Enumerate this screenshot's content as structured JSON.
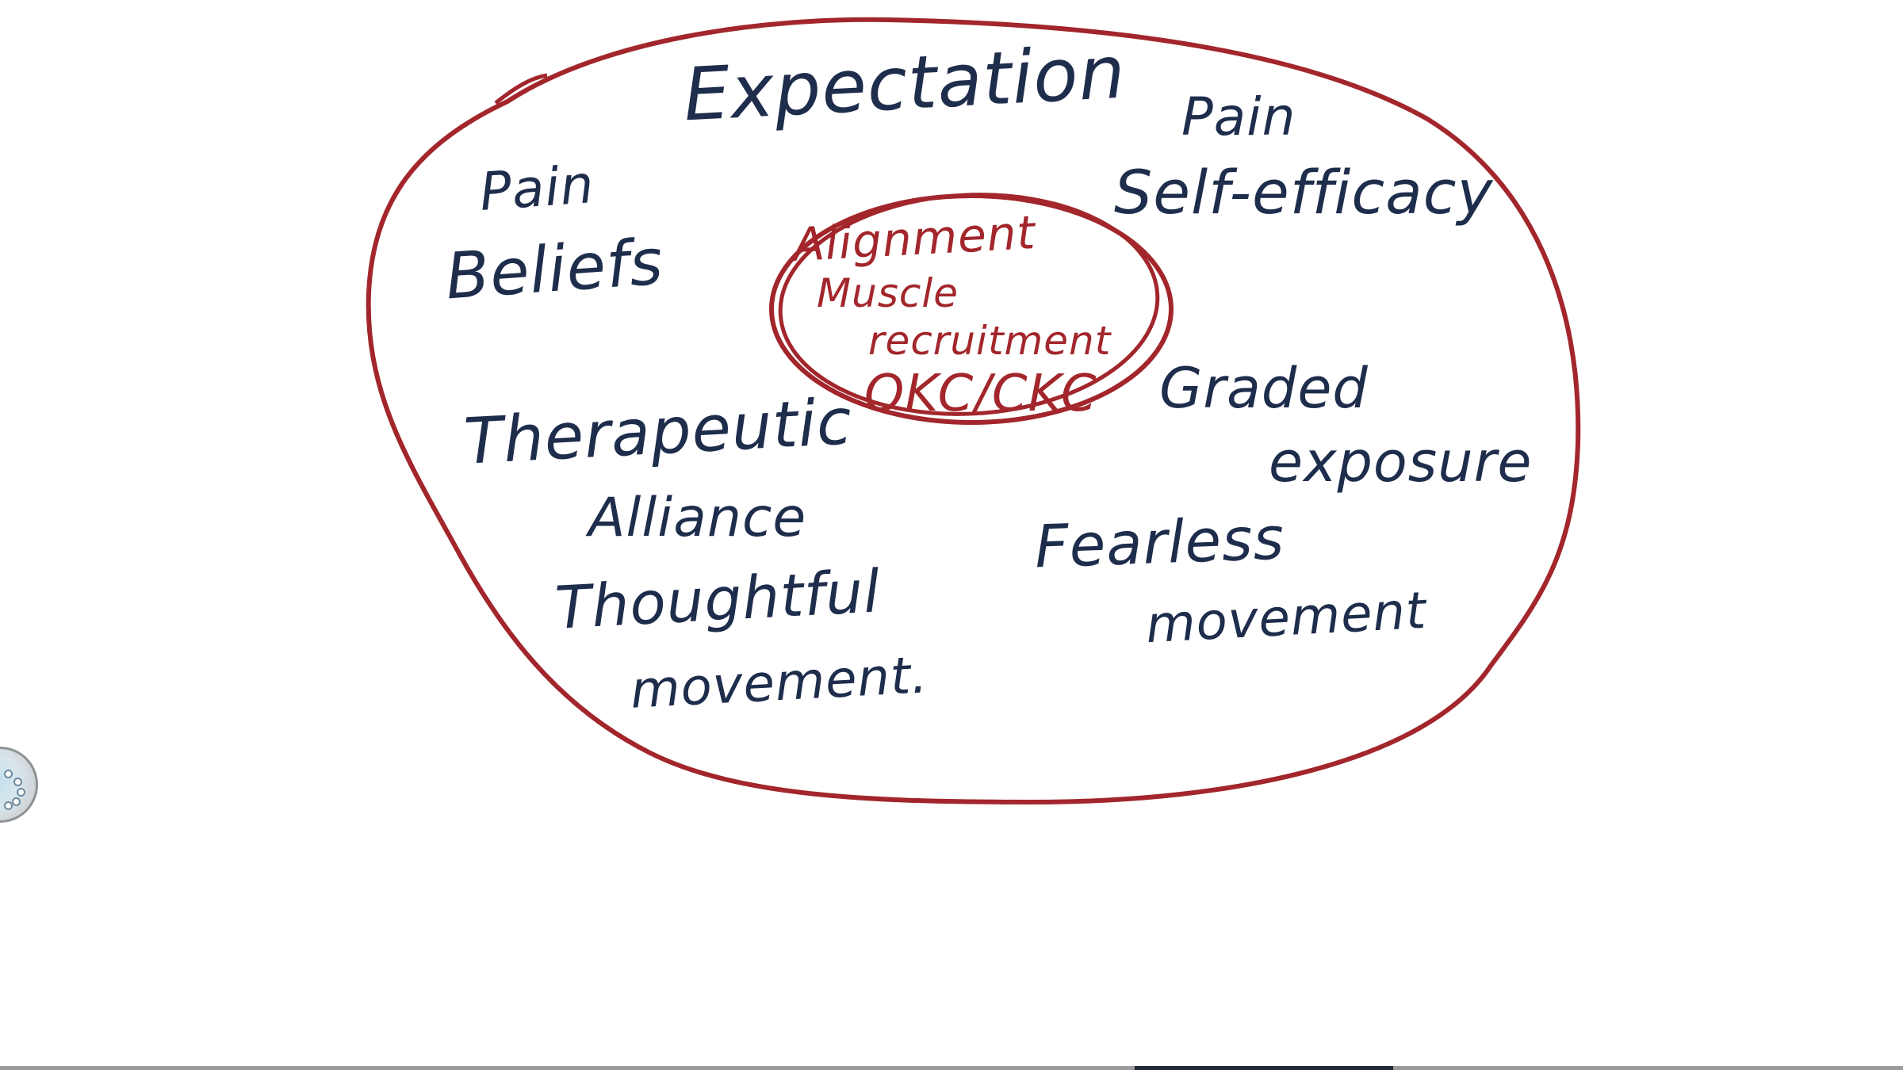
{
  "colors": {
    "outer_ring": "#a2262b",
    "inner_ring": "#a2262b",
    "ink": "#1e2d4c",
    "inner_text": "#a2262b"
  },
  "outer_labels": {
    "expectation": "Expectation",
    "pain_beliefs_1": "Pain",
    "pain_beliefs_2": "Beliefs",
    "self_efficacy_1": "Pain",
    "self_efficacy_2": "Self-efficacy",
    "therapeutic_1": "Therapeutic",
    "therapeutic_2": "Alliance",
    "graded_1": "Graded",
    "graded_2": "exposure",
    "thoughtful_1": "Thoughtful",
    "thoughtful_2": "movement.",
    "fearless_1": "Fearless",
    "fearless_2": "movement"
  },
  "inner_labels": {
    "alignment": "Alignment",
    "muscle": "Muscle",
    "recruitment": "recruitment",
    "okc_ckc": "OKC/CKC"
  },
  "widget": {
    "icon": "dotted-circle-icon"
  }
}
